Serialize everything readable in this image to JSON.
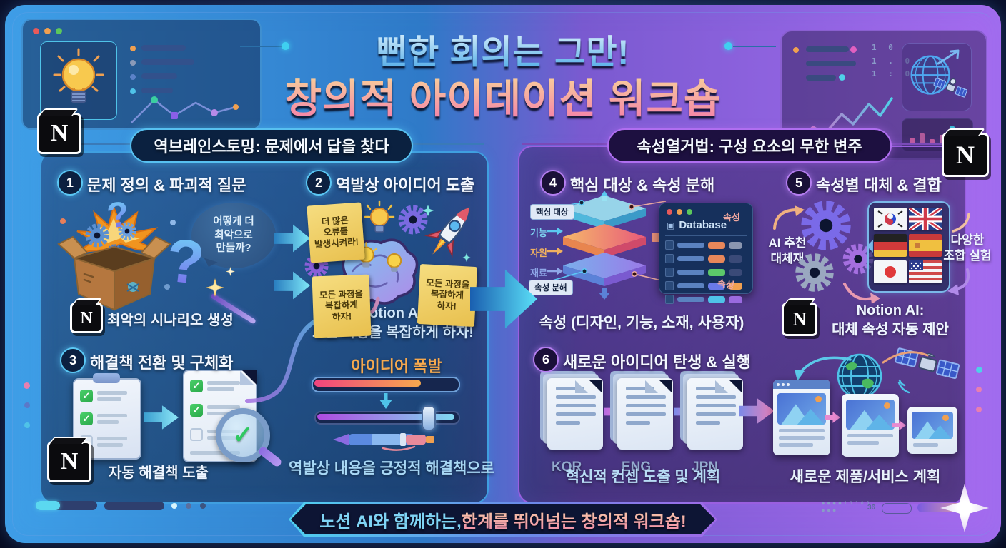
{
  "title": {
    "line1": "뻔한 회의는 그만!",
    "line2": "창의적 아이데이션 워크숍"
  },
  "left_panel": {
    "header": "역브레인스토밍: 문제에서 답을 찾다",
    "step1": {
      "num": "1",
      "title": "문제 정의 & 파괴적 질문",
      "bubble": "어떻게 더\n최악으로\n만들까?",
      "caption": "최악의 시나리오 생성"
    },
    "step2": {
      "num": "2",
      "title": "역발상 아이디어 도출",
      "note_top": "더 많은\n오류를\n발생시켜라!",
      "note_left": "모든 과정을\n복잡하게\n하자!",
      "note_right": "모든 과정을\n복잡하게\n하자!",
      "caption": "Notion AI:\n모든 과정을 복잡하게 하자!"
    },
    "step3": {
      "num": "3",
      "title": "해결책 전환 및 구체화",
      "caption": "자동 해결책 도출"
    },
    "idea": {
      "title": "아이디어 폭발",
      "caption": "역발상 내용을 긍정적 해결책으로"
    }
  },
  "right_panel": {
    "header": "속성열거법: 구성 요소의 무한 변주",
    "step4": {
      "num": "4",
      "title": "핵심 대상 & 속성 분해",
      "label_core": "핵심 대상",
      "label_row1": "기능",
      "label_row2": "자원",
      "label_row3": "재료",
      "label_decompose": "속성 분해",
      "label_attr_top": "속성",
      "label_attr_bottom": "속성",
      "db_title": "Database",
      "caption": "속성 (디자인, 기능, 소재, 사용자)"
    },
    "step5": {
      "num": "5",
      "title": "속성별 대체 & 결합",
      "label_left": "AI 추천\n대체재",
      "label_right": "다양한\n조합 실험",
      "caption": "Notion AI:\n대체 속성 자동 제안"
    },
    "step6": {
      "num": "6",
      "title": "새로운 아이디어 탄생 & 실행",
      "doc_labels": [
        "KOR",
        "ENG",
        "JPN"
      ],
      "caption": "혁신적 컨셉 도출 및 계획",
      "caption_right": "새로운 제품/서비스 계획"
    }
  },
  "footer": {
    "part1": "노션 AI와 함께하는, ",
    "part2": "한계를 뛰어넘는 창의적 워크숍!"
  },
  "decor": {
    "binary_top_right": "1 0\n1 . 0\n1 : 0",
    "dots_line1": "● ● ● ● 1 1 1 0 9",
    "dots_line2": "● ● ●",
    "page_num": "36"
  },
  "icons": {
    "notion_letter": "N",
    "question_mark": "?",
    "checkmark": "✓",
    "database_glyph": "▣"
  },
  "colors": {
    "background": "#0b1230",
    "left_accent": "#4fb3f0",
    "right_accent": "#a66cf0",
    "title_blue": "#8fd4f6",
    "title_pink": "#f78fb0",
    "idea_orange": "#f6a94e",
    "caption_blue": "#a8d8f5"
  }
}
